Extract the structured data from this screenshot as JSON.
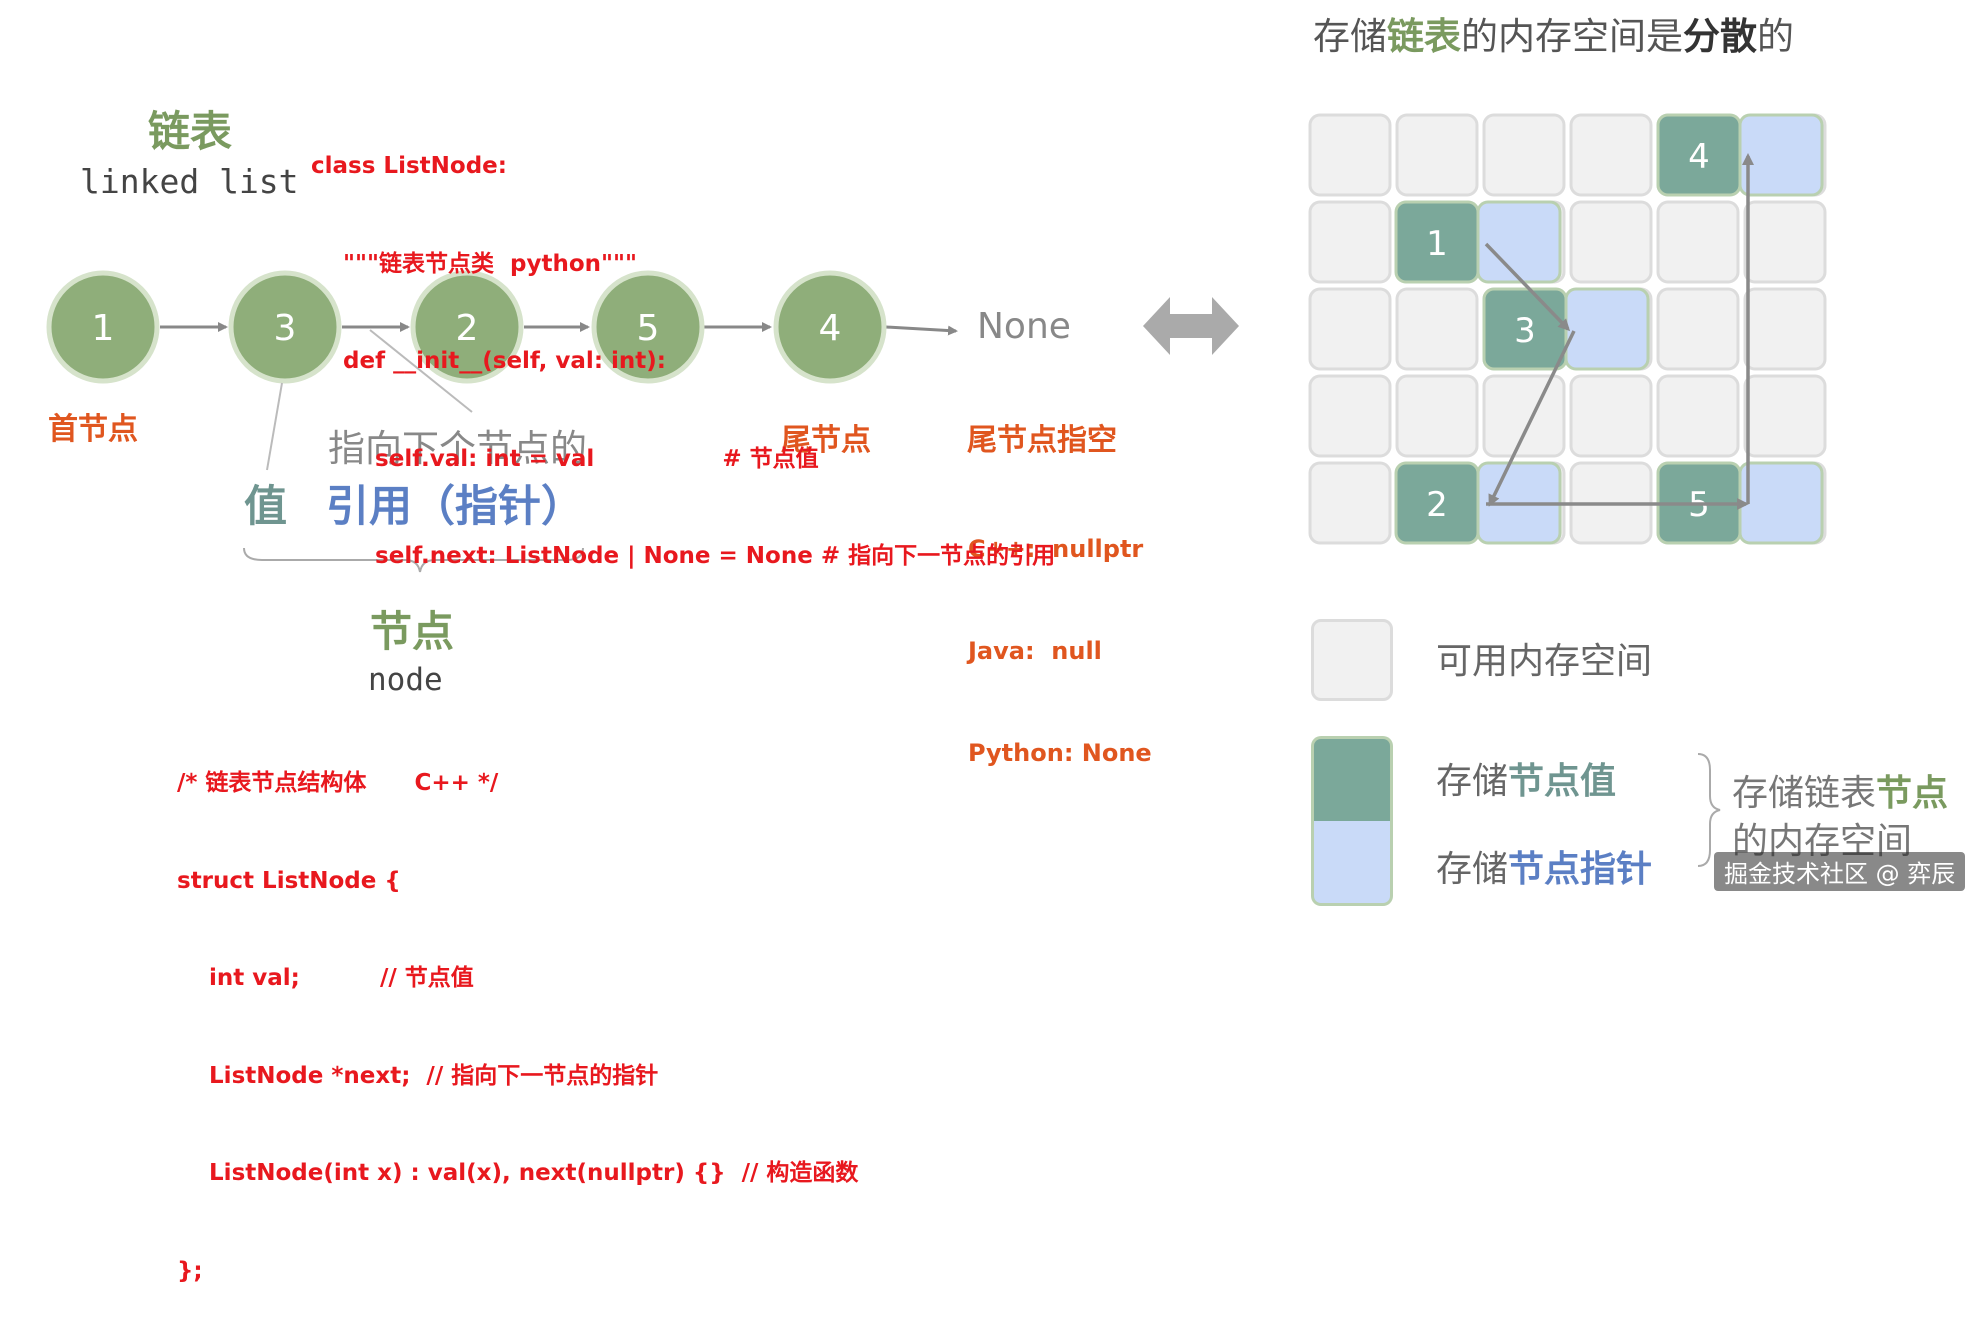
{
  "left": {
    "title_cn": "链表",
    "title_en": "linked list",
    "nodes": [
      "1",
      "3",
      "2",
      "5",
      "4"
    ],
    "end_label": "None",
    "head_label": "首节点",
    "tail_label": "尾节点",
    "tail_null_title": "尾节点指空",
    "tail_null_lines": [
      "C++:  nullptr",
      "Java:  null",
      "Python: None"
    ],
    "pointer_desc": "指向下个节点的",
    "value_label": "值",
    "ref_label": "引用（指针）",
    "node_title_cn": "节点",
    "node_title_en": "node"
  },
  "python_code": [
    "class ListNode:",
    "    \"\"\"链表节点类  python\"\"\"",
    "    def __init__(self, val: int):",
    "        self.val: int = val                # 节点值",
    "        self.next: ListNode | None = None # 指向下一节点的引用"
  ],
  "cpp_code": [
    "/* 链表节点结构体      C++ */",
    "struct ListNode {",
    "    int val;          // 节点值",
    "    ListNode *next;  // 指向下一节点的指针",
    "    ListNode(int x) : val(x), next(nullptr) {}  // 构造函数",
    "};"
  ],
  "right": {
    "title_parts": [
      {
        "text": "存储",
        "style": "normal"
      },
      {
        "text": "链表",
        "style": "green"
      },
      {
        "text": "的内存空间是",
        "style": "normal"
      },
      {
        "text": "分散",
        "style": "bold"
      },
      {
        "text": "的",
        "style": "normal"
      }
    ],
    "grid_values": [
      "4",
      "1",
      "3",
      "2",
      "5"
    ],
    "legend_free": "可用内存空间",
    "legend_value_prefix": "存储",
    "legend_value_em": "节点值",
    "legend_pointer_prefix": "存储",
    "legend_pointer_em": "节点指针",
    "legend_group_line1_prefix": "存储链表",
    "legend_group_line1_em": "节点",
    "legend_group_line2": "的内存空间",
    "watermark": "掘金技术社区 @ 弈辰"
  },
  "colors": {
    "node_green": "#8fae7a",
    "value_teal": "#7ba89a",
    "pointer_blue": "#c9daf8",
    "cell_gray": "#f1f1f1",
    "code_red": "#e8181e",
    "label_orange": "#e0561f"
  }
}
